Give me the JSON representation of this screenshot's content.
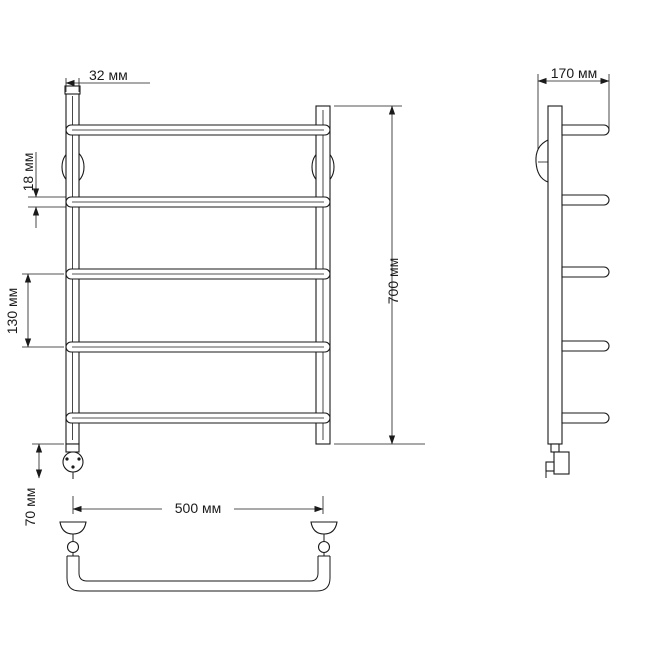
{
  "dimensions": {
    "tube_offset": "32 мм",
    "rail_gap": "18 мм",
    "rail_pitch": "130 мм",
    "total_height": "700 мм",
    "bottom_offset": "70 мм",
    "center_distance": "500 мм",
    "wall_depth": "170 мм"
  },
  "colors": {
    "line": "#1a1a1a",
    "background": "#ffffff"
  }
}
